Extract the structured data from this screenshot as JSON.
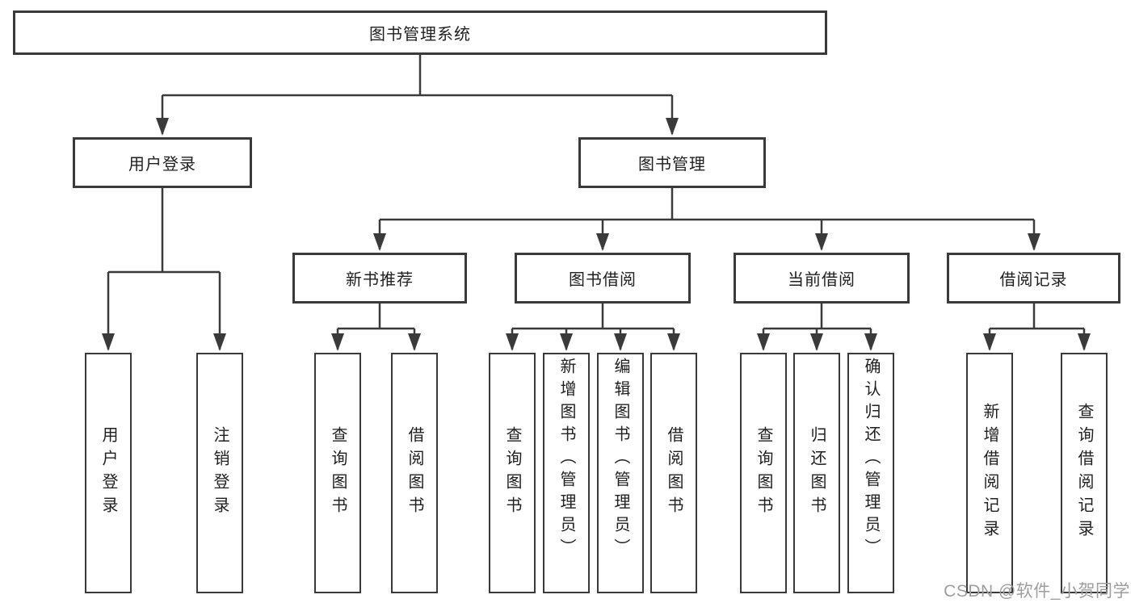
{
  "diagram": {
    "type": "hierarchy-tree",
    "colors": {
      "line": "#3a3a3a",
      "box_border": "#3a3a3a",
      "box_background": "#ffffff",
      "text": "#1f1f1f",
      "watermark": "#9e9e9e"
    },
    "tree": {
      "root": {
        "label": "图书管理系统"
      },
      "branches": [
        {
          "label": "用户登录",
          "children": [
            {
              "label": "用户登录"
            },
            {
              "label": "注销登录"
            }
          ]
        },
        {
          "label": "图书管理",
          "children": [
            {
              "label": "新书推荐",
              "children": [
                {
                  "label": "查询图书"
                },
                {
                  "label": "借阅图书"
                }
              ]
            },
            {
              "label": "图书借阅",
              "children": [
                {
                  "label": "查询图书"
                },
                {
                  "label": "新增图书（管理员）"
                },
                {
                  "label": "编辑图书（管理员）"
                },
                {
                  "label": "借阅图书"
                }
              ]
            },
            {
              "label": "当前借阅",
              "children": [
                {
                  "label": "查询图书"
                },
                {
                  "label": "归还图书"
                },
                {
                  "label": "确认归还（管理员）"
                }
              ]
            },
            {
              "label": "借阅记录",
              "children": [
                {
                  "label": "新增借阅记录"
                },
                {
                  "label": "查询借阅记录"
                }
              ]
            }
          ]
        }
      ]
    },
    "watermark": {
      "text": "CSDN @软件_小贺同学"
    }
  }
}
